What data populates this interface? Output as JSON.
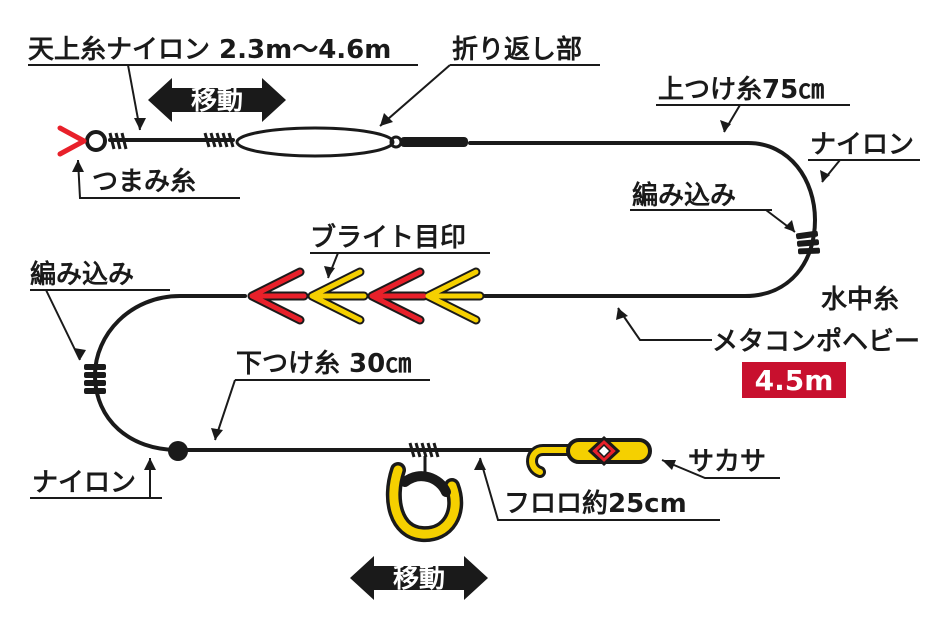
{
  "labels": {
    "tenjo_line": "天上糸ナイロン 2.3m〜4.6m",
    "oriaeshi": "折り返し部",
    "uwatsuke": "上つけ糸75㎝",
    "nylon_right": "ナイロン",
    "amikomi_right": "編み込み",
    "tsumami": "つまみ糸",
    "bright_mark": "ブライト目印",
    "amikomi_left": "編み込み",
    "suichu": "水中糸",
    "metacompo": "メタコンポヘビー",
    "metacompo_len": "4.5m",
    "shitatsuke": "下つけ糸 30㎝",
    "nylon_left": "ナイロン",
    "sakasa": "サカサ",
    "fluoro": "フロロ約25cm",
    "move_top": "移動",
    "move_bottom": "移動"
  },
  "colors": {
    "line": "#1a1a1a",
    "red": "#e8202a",
    "yellow": "#f5d000",
    "badge": "#c8102e",
    "badge_text": "#ffffff",
    "background": "#ffffff"
  },
  "icons": {
    "move_arrow": "double-arrow-icon",
    "ring": "ring-icon",
    "nose_ring": "nose-ring-icon",
    "hook": "hook-icon",
    "sakasa_hook": "sakasa-hook-icon",
    "marker": "chevron-marker-icon"
  }
}
